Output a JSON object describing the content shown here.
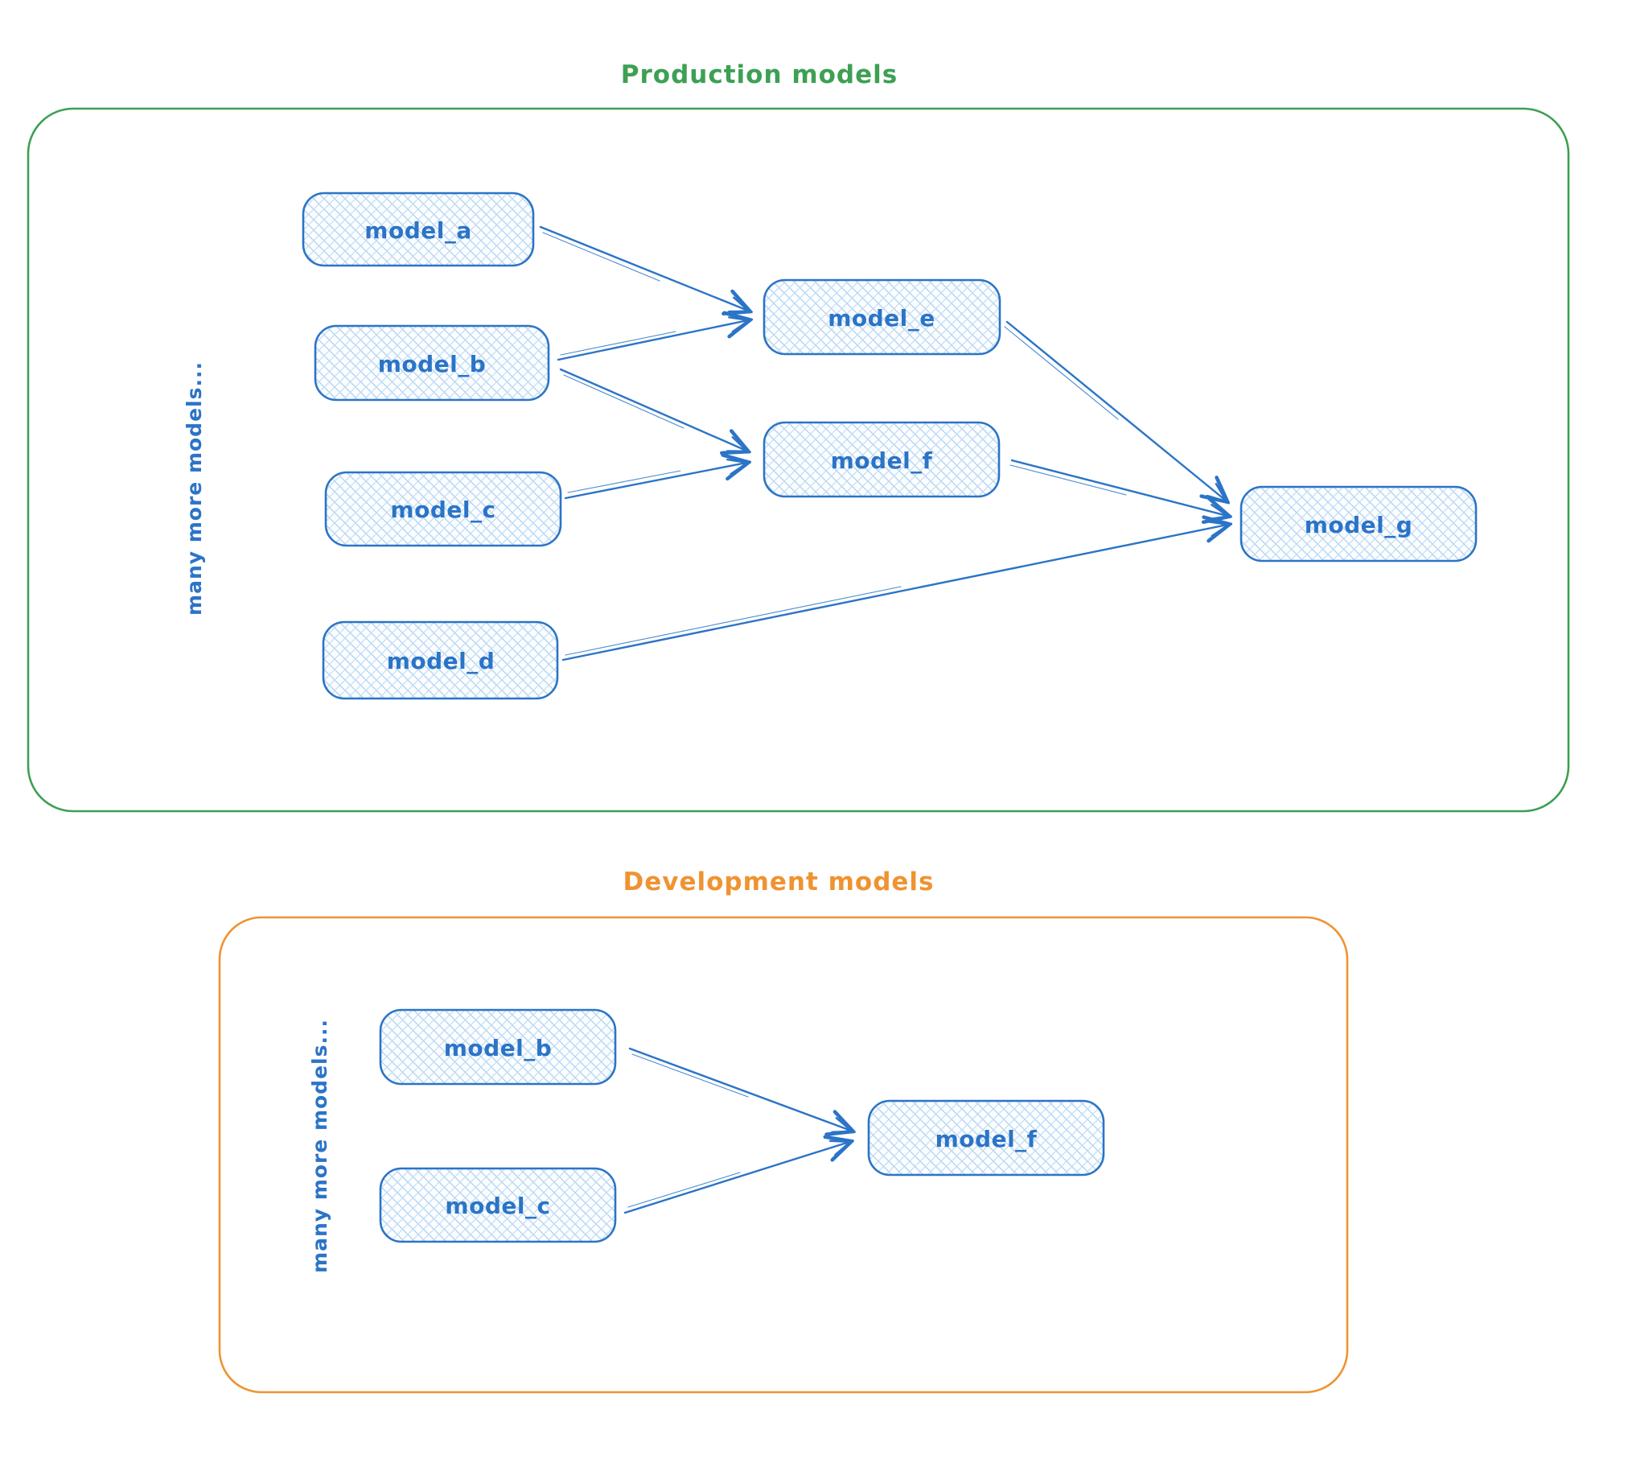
{
  "colors": {
    "background": "#ffffff",
    "production_accent": "#3da054",
    "development_accent": "#ef9331",
    "node_stroke": "#2b74c7",
    "node_hatch_fill": "#aed2ef",
    "label_text": "#2b74c7",
    "arrow": "#2b74c7"
  },
  "production": {
    "title": "Production models",
    "side_label": "many more models...",
    "nodes": [
      {
        "id": "model_a",
        "label": "model_a"
      },
      {
        "id": "model_b",
        "label": "model_b"
      },
      {
        "id": "model_c",
        "label": "model_c"
      },
      {
        "id": "model_d",
        "label": "model_d"
      },
      {
        "id": "model_e",
        "label": "model_e"
      },
      {
        "id": "model_f",
        "label": "model_f"
      },
      {
        "id": "model_g",
        "label": "model_g"
      }
    ],
    "edges": [
      {
        "from": "model_a",
        "to": "model_e"
      },
      {
        "from": "model_b",
        "to": "model_e"
      },
      {
        "from": "model_b",
        "to": "model_f"
      },
      {
        "from": "model_c",
        "to": "model_f"
      },
      {
        "from": "model_e",
        "to": "model_g"
      },
      {
        "from": "model_f",
        "to": "model_g"
      },
      {
        "from": "model_d",
        "to": "model_g"
      }
    ]
  },
  "development": {
    "title": "Development models",
    "side_label": "many more models...",
    "nodes": [
      {
        "id": "model_b",
        "label": "model_b"
      },
      {
        "id": "model_c",
        "label": "model_c"
      },
      {
        "id": "model_f",
        "label": "model_f"
      }
    ],
    "edges": [
      {
        "from": "model_b",
        "to": "model_f"
      },
      {
        "from": "model_c",
        "to": "model_f"
      }
    ]
  }
}
